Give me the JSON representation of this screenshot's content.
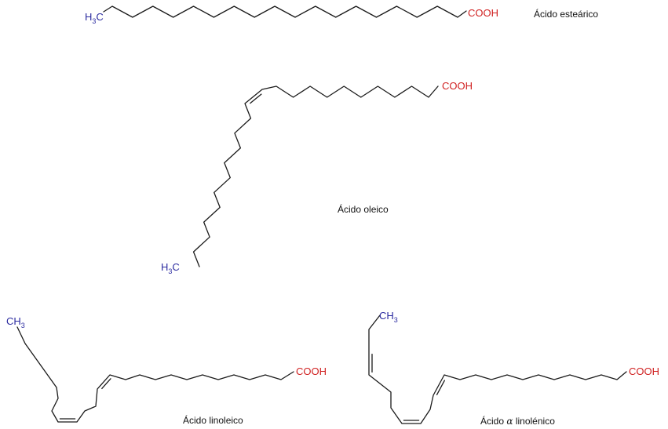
{
  "colors": {
    "methyl": "#2b2ba0",
    "carboxyl": "#d02020",
    "bond": "#1a1a1a",
    "label": "#111111"
  },
  "molecules": [
    {
      "name": "Ácido esteárico",
      "methyl": {
        "main": "H",
        "sub": "3",
        "tail": "C"
      },
      "carboxyl": "COOH"
    },
    {
      "name": "Ácido oleico",
      "methyl": {
        "main": "H",
        "sub": "3",
        "tail": "C"
      },
      "carboxyl": "COOH"
    },
    {
      "name": "Ácido linoleico",
      "methyl": {
        "main": "CH",
        "sub": "3"
      },
      "carboxyl": "COOH"
    },
    {
      "name_prefix": "Ácido",
      "name_greek": "α",
      "name_suffix": "linolénico",
      "methyl": {
        "main": "CH",
        "sub": "3"
      },
      "carboxyl": "COOH"
    }
  ]
}
